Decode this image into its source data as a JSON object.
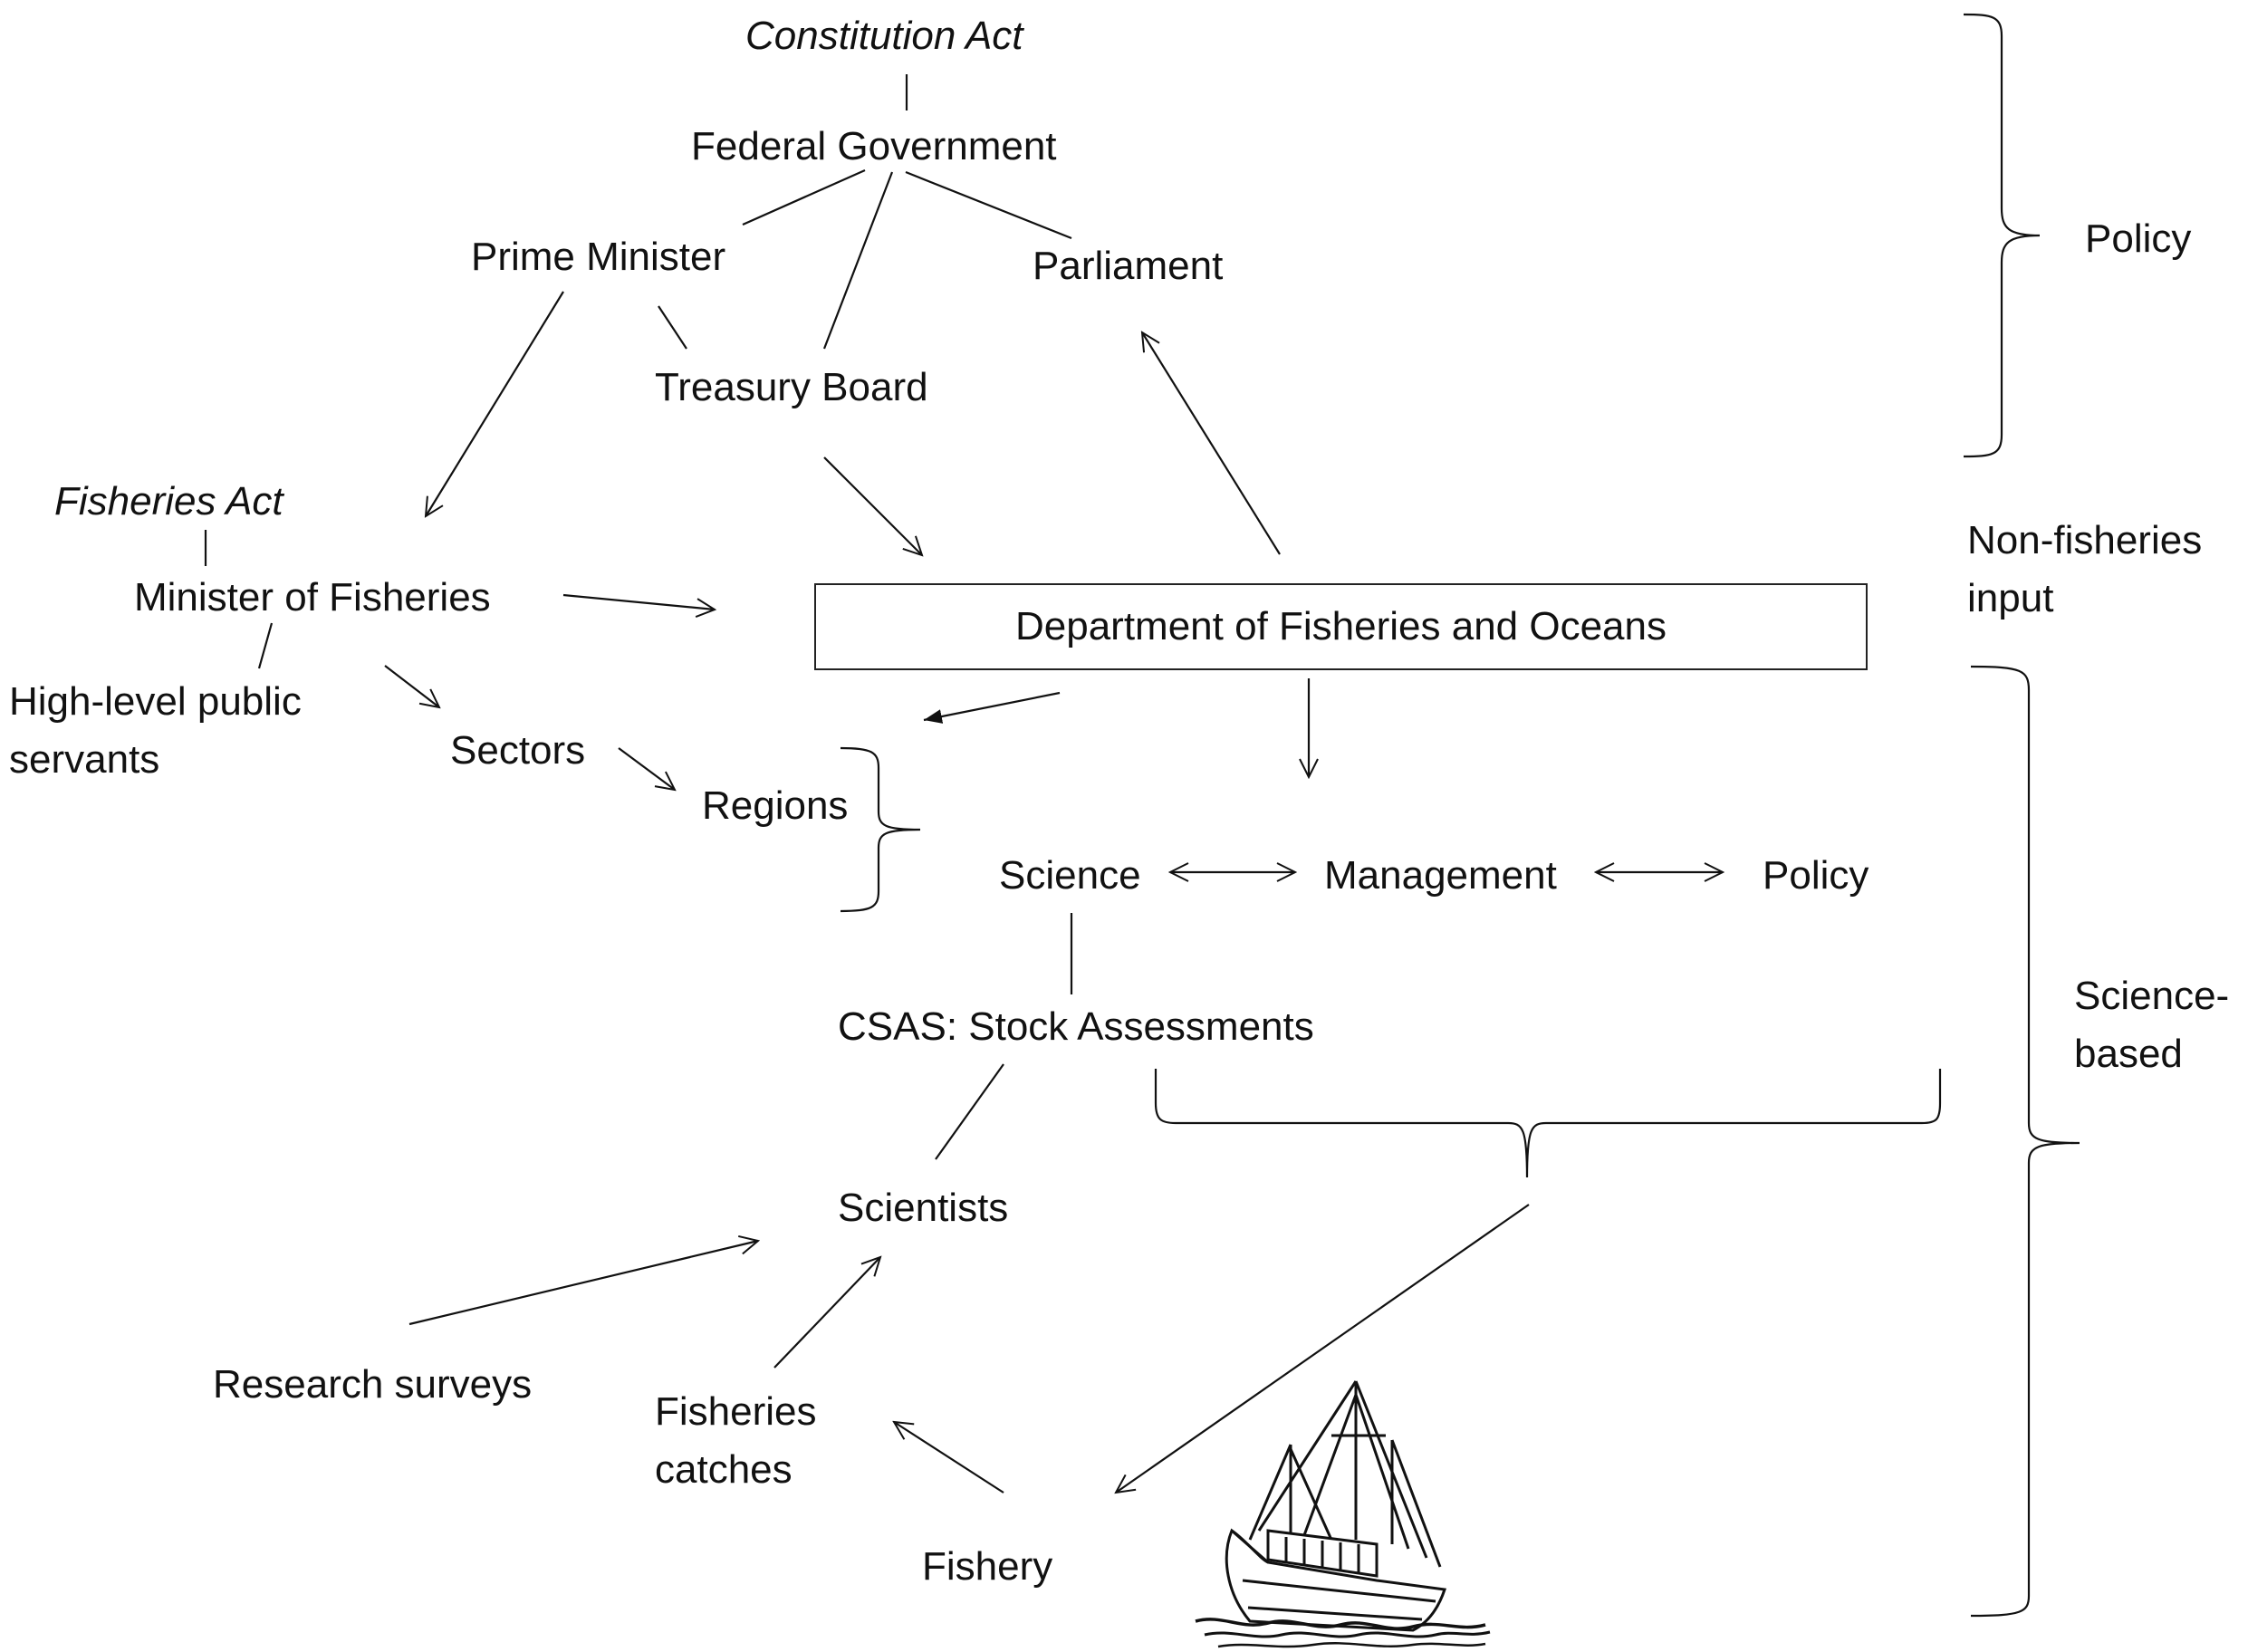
{
  "nodes": {
    "constitution_act": "Constitution Act",
    "federal_government": "Federal Government",
    "prime_minister": "Prime Minister",
    "parliament": "Parliament",
    "treasury_board": "Treasury Board",
    "fisheries_act": "Fisheries Act",
    "minister_of_fisheries": "Minister of Fisheries",
    "high_level_public_servants": "High-level public\nservants",
    "sectors": "Sectors",
    "regions": "Regions",
    "dfo": "Department of Fisheries and Oceans",
    "science": "Science",
    "management": "Management",
    "policy_node": "Policy",
    "csas": "CSAS: Stock Assessments",
    "scientists": "Scientists",
    "research_surveys": "Research surveys",
    "fisheries_catches": "Fisheries\ncatches",
    "fishery": "Fishery"
  },
  "side_labels": {
    "policy": "Policy",
    "non_fisheries_input": "Non-fisheries\ninput",
    "science_based": "Science-\nbased"
  },
  "colors": {
    "line": "#111111",
    "background": "#ffffff"
  }
}
